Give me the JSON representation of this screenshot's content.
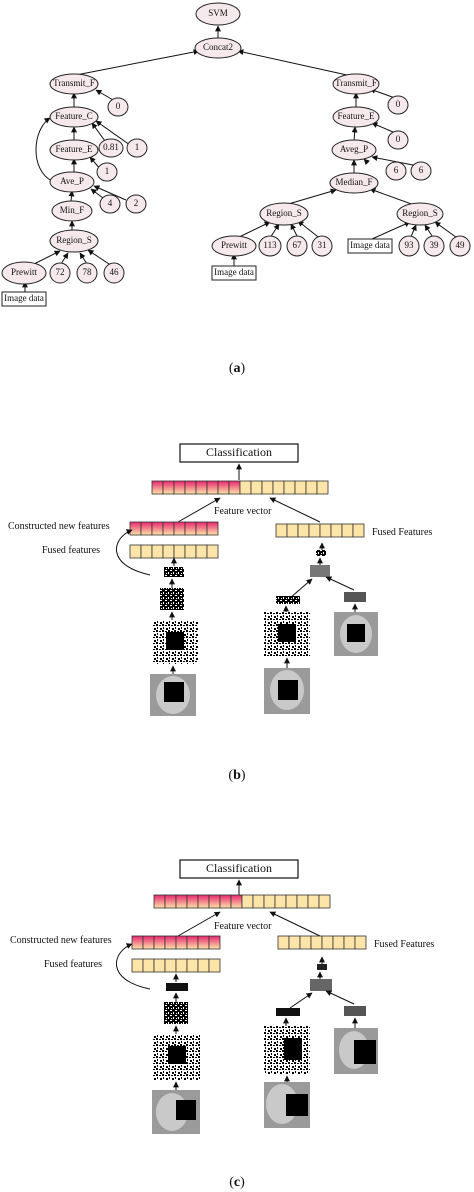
{
  "panel_a": {
    "caption_prefix": "(",
    "caption_letter": "a",
    "caption_suffix": ")",
    "nodes": {
      "svm": "SVM",
      "concat": "Concat2",
      "transmit_left": "Transmit_F",
      "n_0_left": "0",
      "feature_c": "Feature_C",
      "n_081": "0.81",
      "n_1a": "1",
      "feature_e_left": "Feature_E",
      "n_1b": "1",
      "ave_p": "Ave_P",
      "n_4": "4",
      "n_2": "2",
      "min_f": "Min_F",
      "region_s_left": "Region_S",
      "prewitt_left": "Prewitt",
      "n_72": "72",
      "n_78": "78",
      "n_46": "46",
      "image_left": "Image data",
      "transmit_right": "Transmit_F",
      "n_0_r1": "0",
      "feature_e_right": "Feature_E",
      "n_0_r2": "0",
      "aveg_p": "Aveg_P",
      "n_6a": "6",
      "n_6b": "6",
      "median_f": "Median_F",
      "region_s_mid": "Region_S",
      "prewitt_right": "Prewitt",
      "n_113": "113",
      "n_67": "67",
      "n_31": "31",
      "image_mid": "Image data",
      "region_s_right": "Region_S",
      "image_right": "Image data",
      "n_93": "93",
      "n_39": "39",
      "n_49": "49"
    }
  },
  "panel_b": {
    "classification": "Classification",
    "feature_vector": "Feature vector",
    "constructed": "Constructed new features",
    "fused_features": "Fused features",
    "fused_features_right": "Fused Features",
    "caption_prefix": "(",
    "caption_letter": "b",
    "caption_suffix": ")"
  },
  "panel_c": {
    "classification": "Classification",
    "feature_vector": "Feature vector",
    "constructed": "Constructed new features",
    "fused_features": "Fused features",
    "fused_features_right": "Fused Features",
    "caption_prefix": "(",
    "caption_letter": "c",
    "caption_suffix": ")"
  },
  "colors": {
    "node_fill": "#f6e9ec",
    "fused_cell": "#fde4a8",
    "gradient_start": "#e8266f",
    "gradient_end": "#fde4a8"
  }
}
